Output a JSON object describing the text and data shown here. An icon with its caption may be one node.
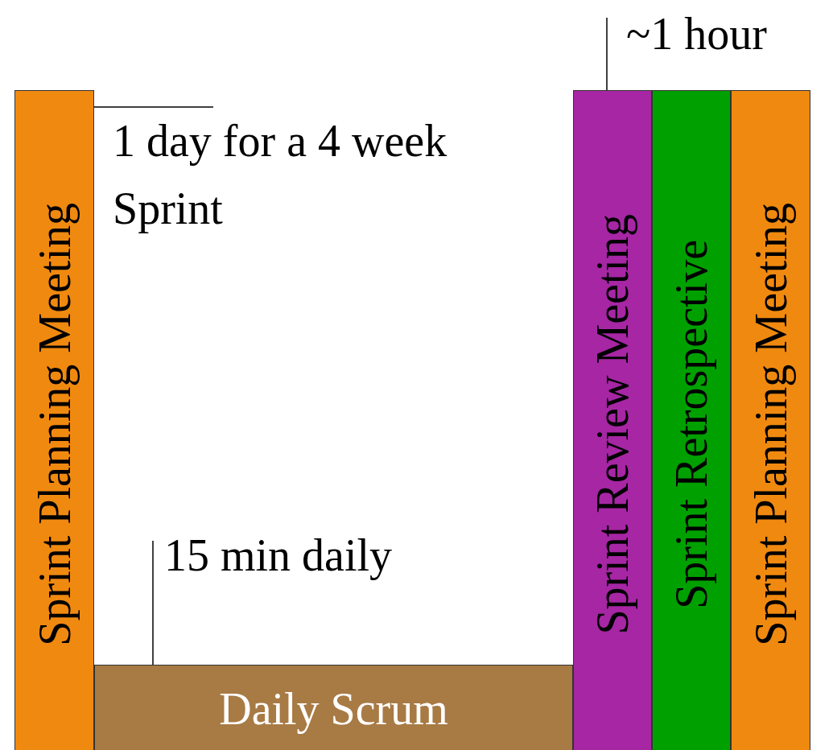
{
  "diagram": {
    "nodes": [
      {
        "text": [
          "Sprint Planning Meeting"
        ]
      },
      {
        "text": [
          "1 day for a 4 week Sprint"
        ]
      },
      {
        "text": [
          "Daily Scrum"
        ]
      },
      {
        "text": [
          "15 min daily"
        ]
      },
      {
        "text": [
          "Sprint Review Meeting"
        ]
      },
      {
        "text": [
          "~1 hour"
        ]
      },
      {
        "text": [
          "Sprint Retrospective"
        ]
      },
      {
        "text": [
          "Sprint Planning Meeting"
        ]
      }
    ],
    "edges": [
      {
        "from": 1,
        "to": 0,
        "arrow": "none"
      },
      {
        "from": 3,
        "to": 2,
        "arrow": "none"
      },
      {
        "from": 5,
        "to": 4,
        "arrow": "none"
      }
    ]
  }
}
